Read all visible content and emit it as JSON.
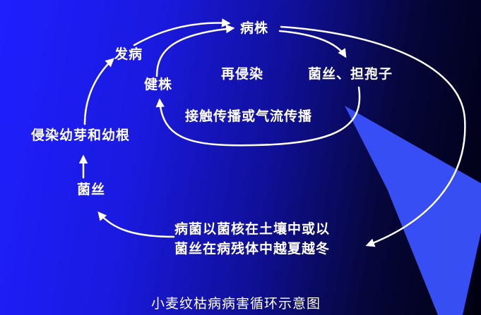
{
  "colors": {
    "background_left": "#1f1fff",
    "background_right": "#000010",
    "beam": "#3a52ff",
    "arrow": "#ffffff",
    "text": "#ffffff"
  },
  "nodes": {
    "diseased_plant": "病株",
    "onset": "发病",
    "healthy_plant": "健株",
    "reinfection": "再侵染",
    "hyphae_basidiospores": "菌丝、担孢子",
    "contact_airflow": "接触传播或气流传播",
    "infect_seedling": "侵染幼芽和幼根",
    "hyphae": "菌丝",
    "overwinter_line1": "病菌以菌核在土壤中或以",
    "overwinter_line2": "菌丝在病残体中越夏越冬"
  },
  "caption": "小麦纹枯病病害循环示意图"
}
